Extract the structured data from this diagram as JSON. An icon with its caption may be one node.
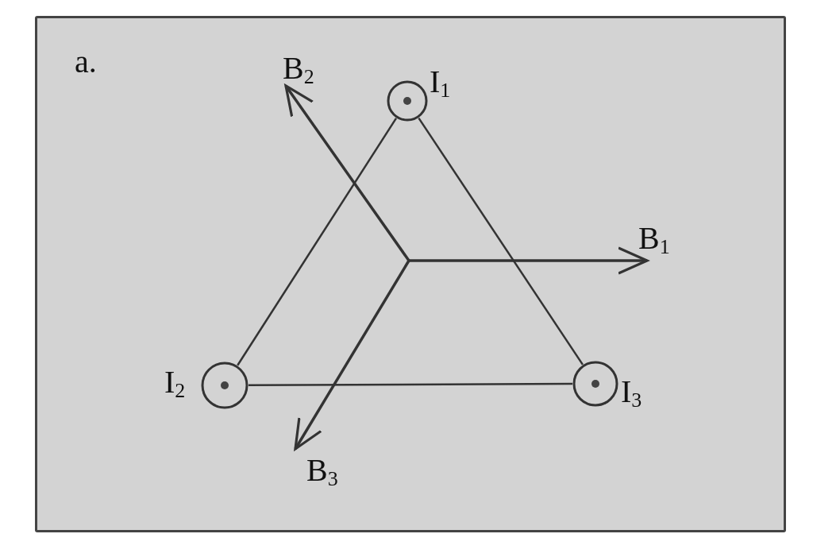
{
  "diagram": {
    "nodes": [
      {
        "text": [],
        "shape": "circle",
        "beside": [
          "I$_{1}$"
        ]
      },
      {
        "text": [],
        "shape": "circle",
        "beside": [
          "I$_{2}$"
        ]
      },
      {
        "text": [],
        "shape": "circle",
        "beside": [
          "I$_{3}$"
        ]
      }
    ],
    "edges": [
      {
        "from": 0,
        "to": 1,
        "arrow": "none"
      },
      {
        "from": 1,
        "to": 2,
        "arrow": "none"
      },
      {
        "from": 2,
        "to": 0,
        "arrow": "none"
      }
    ],
    "labels": [
      "a.",
      "B$_{2}$",
      "B$_{1}$",
      "B$_{3}$"
    ]
  }
}
